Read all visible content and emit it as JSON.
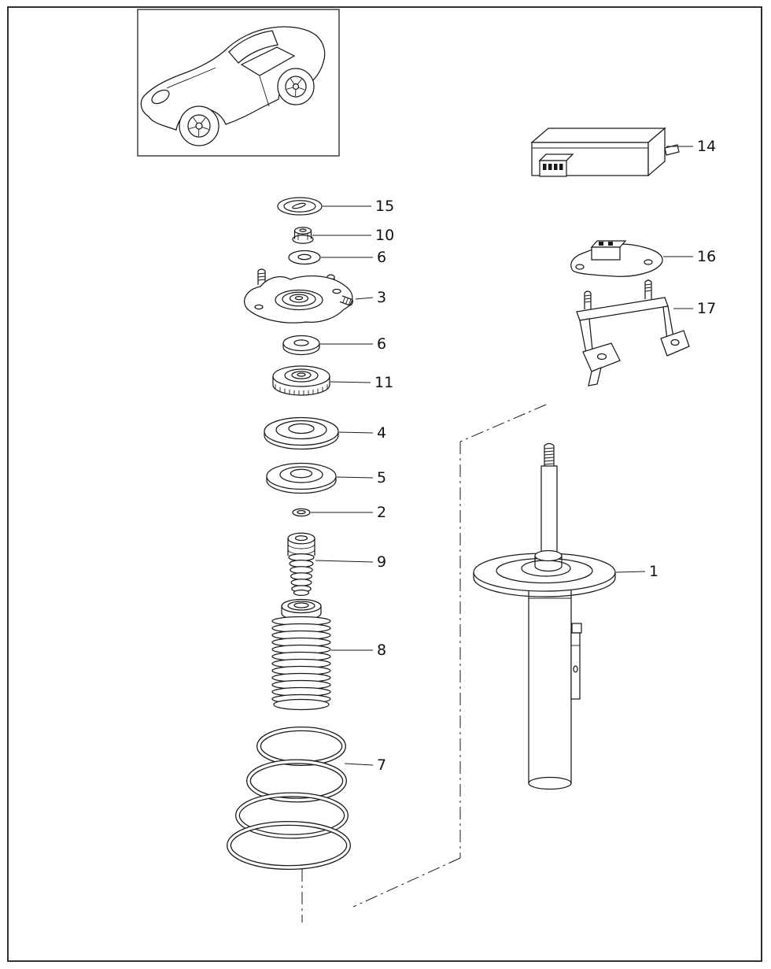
{
  "colors": {
    "line": "#1a1a1a",
    "background": "#ffffff"
  },
  "callouts": {
    "c1": "1",
    "c2": "2",
    "c3": "3",
    "c4": "4",
    "c5": "5",
    "c6": "6",
    "c7": "7",
    "c8": "8",
    "c9": "9",
    "c10": "10",
    "c11": "11",
    "c14": "14",
    "c15": "15",
    "c16": "16",
    "c17": "17"
  }
}
